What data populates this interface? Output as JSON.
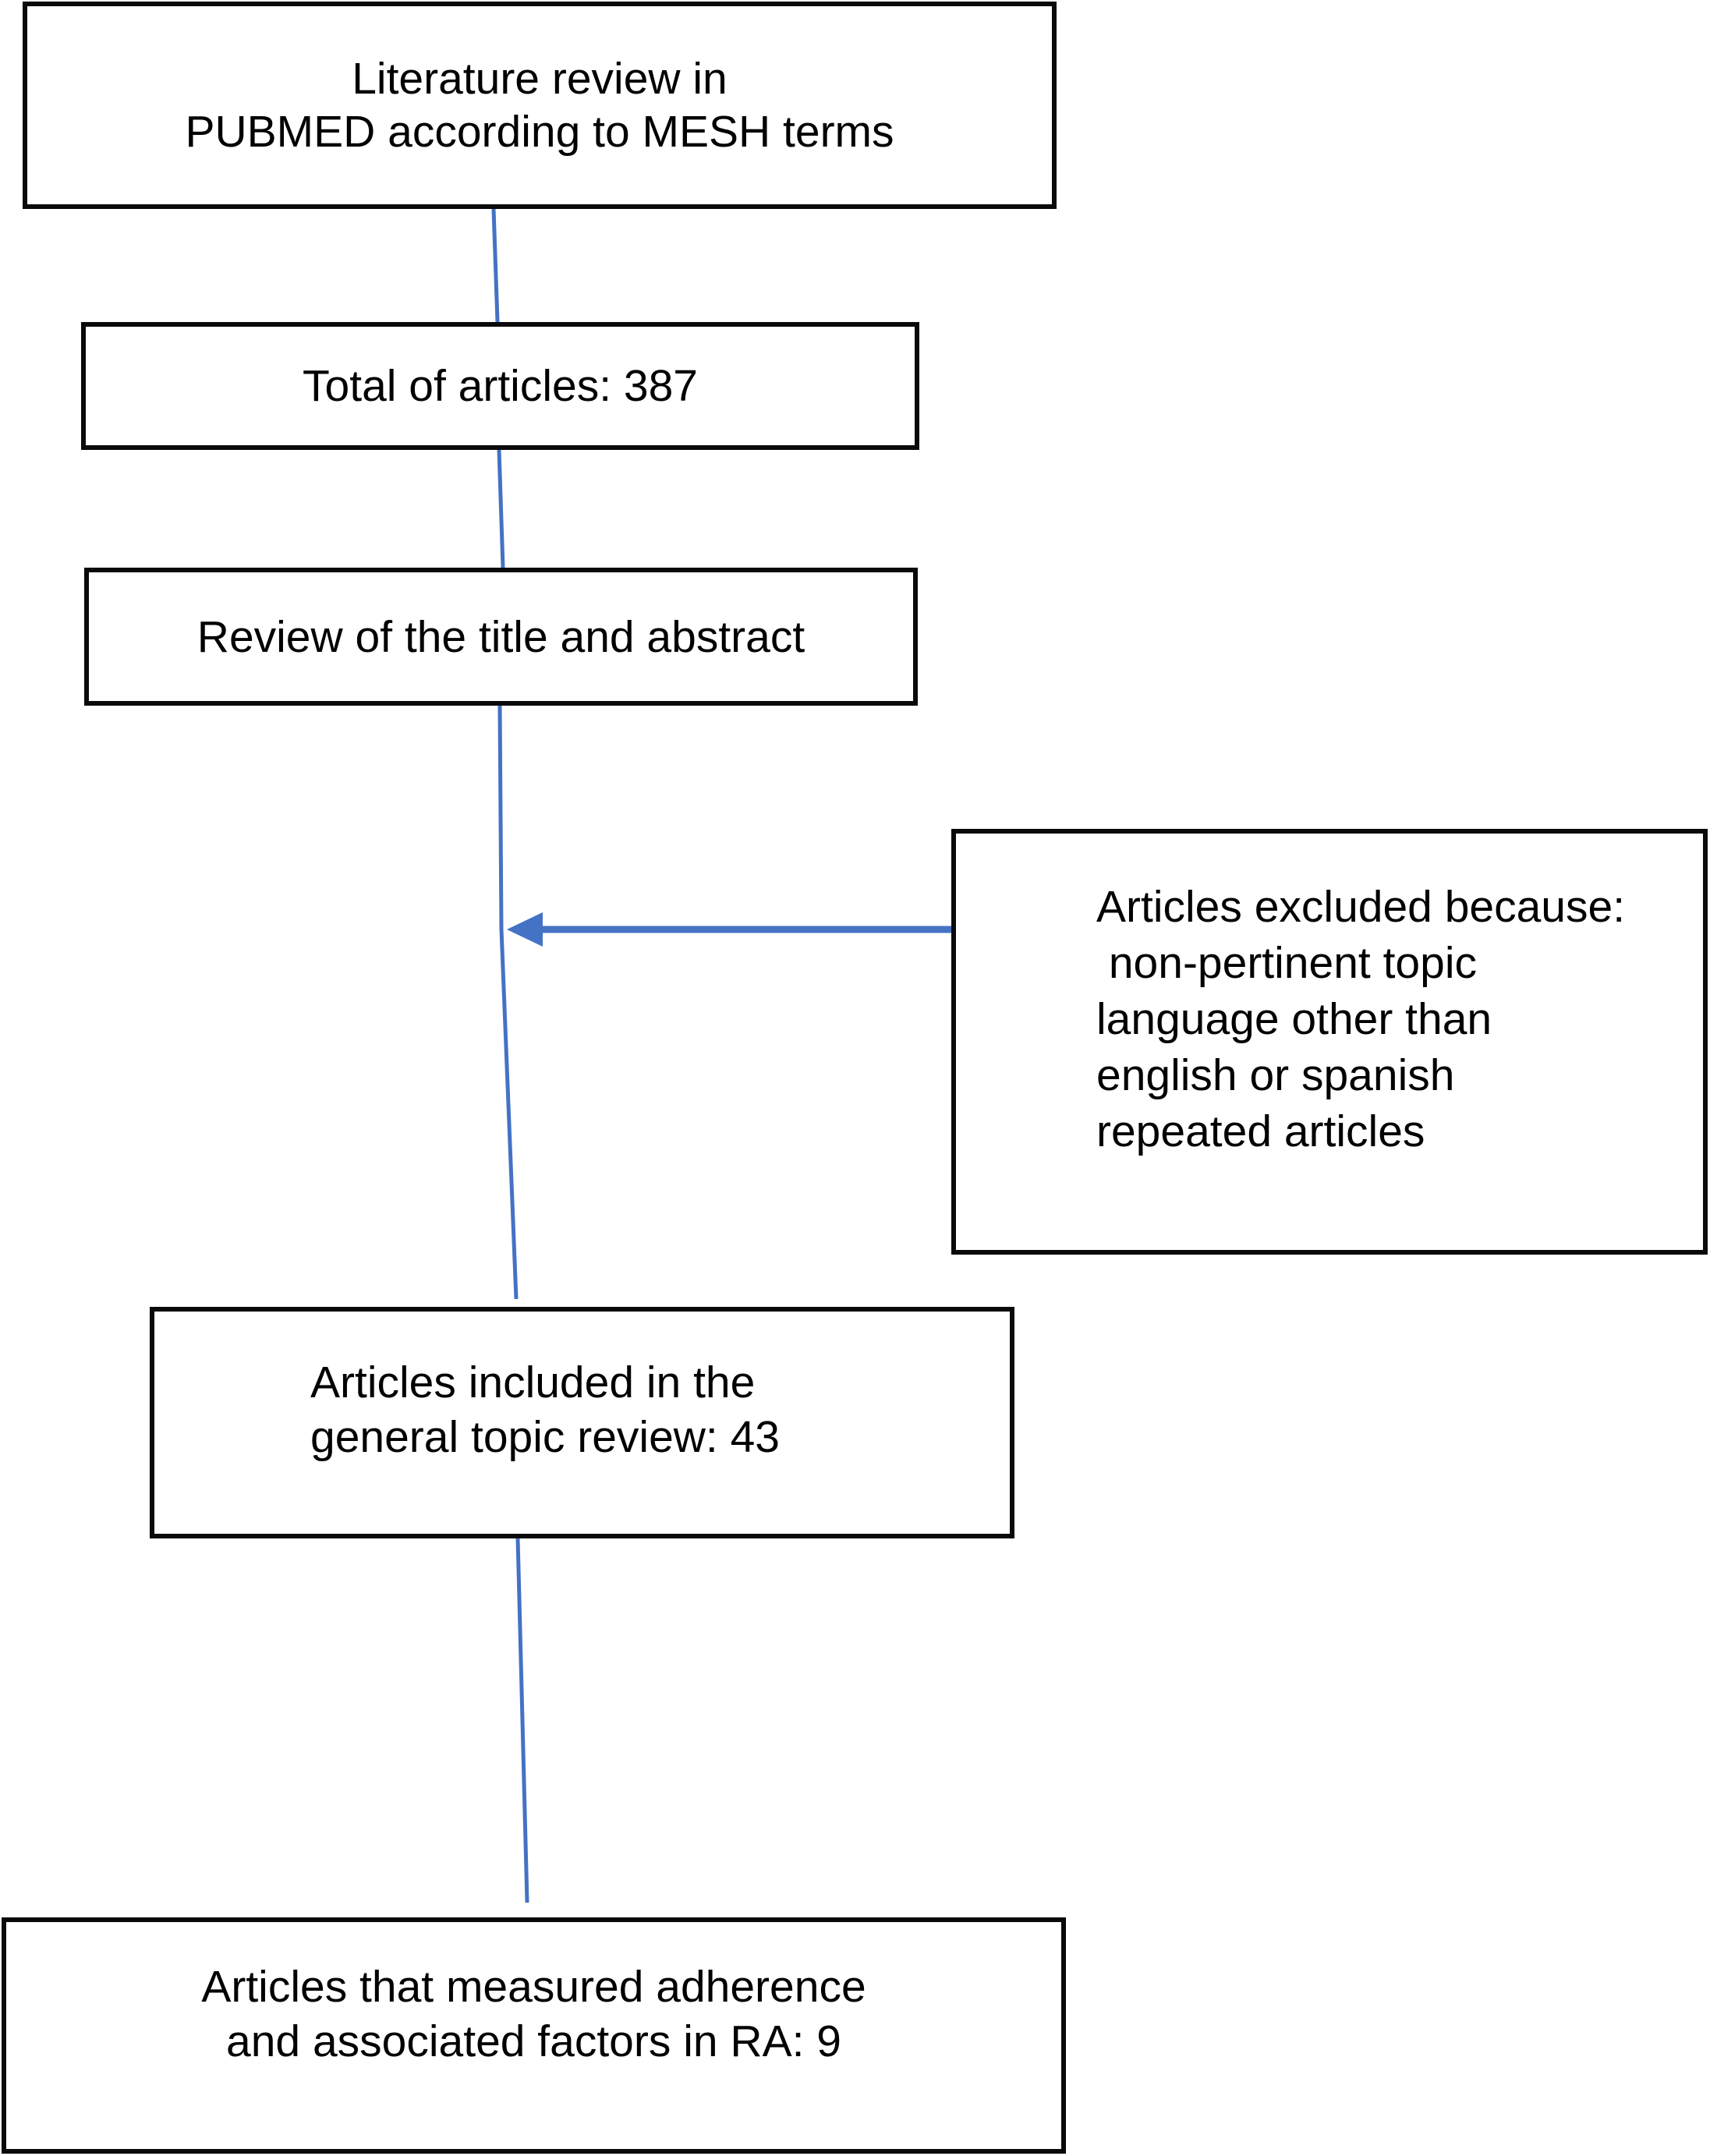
{
  "figure": {
    "type": "flowchart",
    "description": "Literature review selection flow diagram",
    "background": "#ffffff"
  },
  "colors": {
    "border": "#0a0a0a",
    "connector": "#4472c4",
    "text": "#000000"
  },
  "counts": {
    "total_articles": 387,
    "included_general_topic_review": 43,
    "measured_adherence_ra": 9
  },
  "boxes": [
    {
      "id": "literature-review",
      "text": "Literature review in\nPUBMED according to MESH terms"
    },
    {
      "id": "total-articles",
      "text": "Total of articles: 387"
    },
    {
      "id": "title-abstract-review",
      "text": "Review of the title and abstract"
    },
    {
      "id": "excluded-reasons",
      "text": "Articles excluded because:\n non-pertinent topic\nlanguage other than\nenglish or spanish\nrepeated articles"
    },
    {
      "id": "included-general-review",
      "text": "Articles included in the\ngeneral topic review: 43"
    },
    {
      "id": "measured-adherence",
      "text": "Articles that measured adherence\nand associated factors in RA: 9"
    }
  ]
}
